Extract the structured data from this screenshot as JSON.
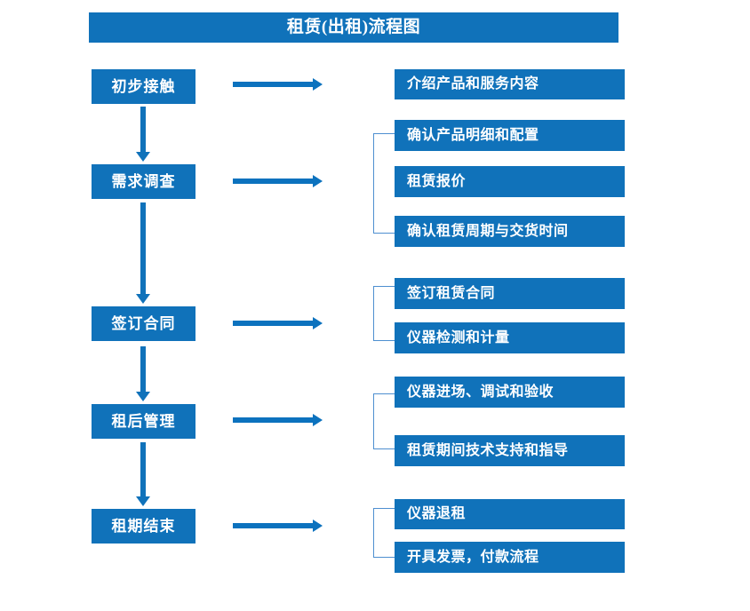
{
  "diagram": {
    "title": "租赁(出租)流程图",
    "accent_color": "#1072ba",
    "arrow_color": "#0c72be",
    "bracket_color": "#4e8fd0",
    "text_color": "#ffffff",
    "background_color": "#ffffff"
  },
  "stages": [
    {
      "id": "stage-1",
      "label": "初步接触"
    },
    {
      "id": "stage-2",
      "label": "需求调查"
    },
    {
      "id": "stage-3",
      "label": "签订合同"
    },
    {
      "id": "stage-4",
      "label": "租后管理"
    },
    {
      "id": "stage-5",
      "label": "租期结束"
    }
  ],
  "details": {
    "group_1": [
      {
        "label": "介绍产品和服务内容"
      }
    ],
    "group_2": [
      {
        "label": "确认产品明细和配置"
      },
      {
        "label": "租赁报价"
      },
      {
        "label": "确认租赁周期与交货时间"
      }
    ],
    "group_3": [
      {
        "label": "签订租赁合同"
      },
      {
        "label": "仪器检测和计量"
      }
    ],
    "group_4": [
      {
        "label": "仪器进场、调试和验收"
      },
      {
        "label": "租赁期间技术支持和指导"
      }
    ],
    "group_5": [
      {
        "label": "仪器退租"
      },
      {
        "label": "开具发票，付款流程"
      }
    ]
  },
  "connectors": {
    "horizontal_arrows": 5,
    "vertical_arrows": 4
  }
}
